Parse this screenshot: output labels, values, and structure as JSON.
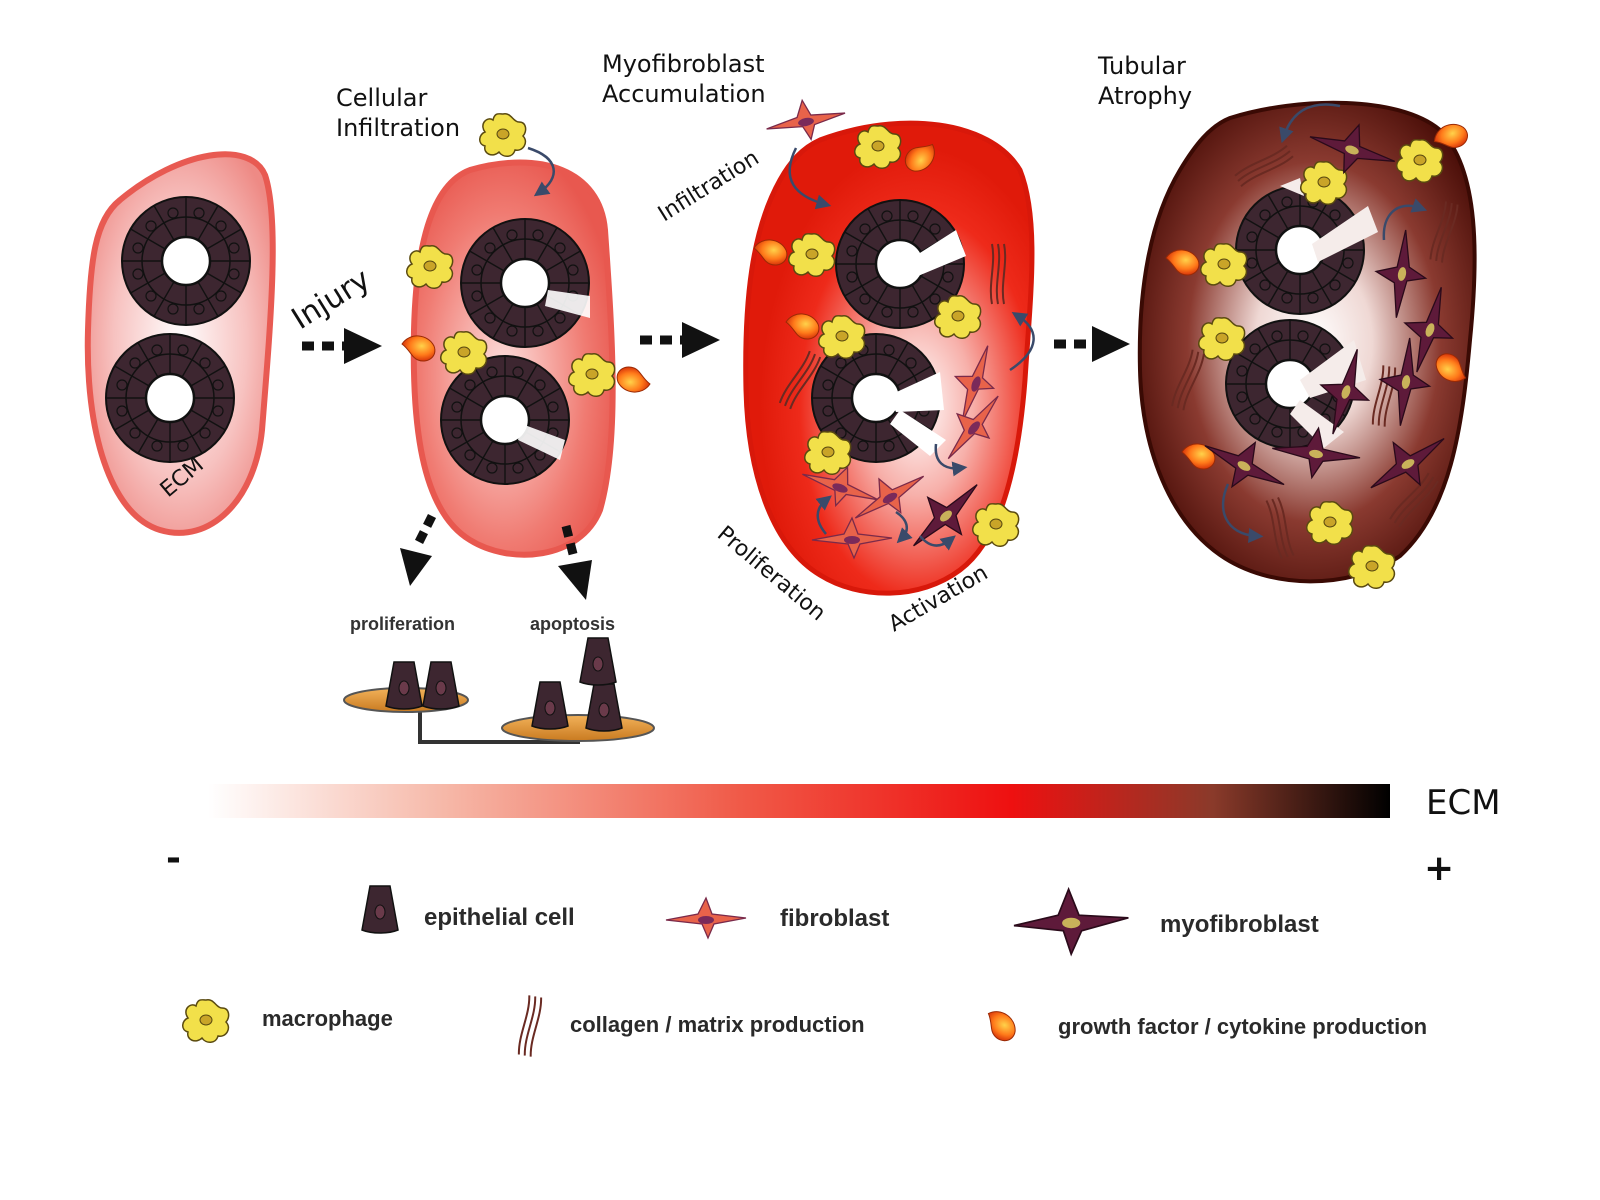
{
  "stages": {
    "stage1_ecm": "ECM",
    "injury": "Injury",
    "cellular_infiltration_line1": "Cellular",
    "cellular_infiltration_line2": "Infiltration",
    "myofibroblast_line1": "Myofibroblast",
    "myofibroblast_line2": "Accumulation",
    "tubular_line1": "Tubular",
    "tubular_line2": "Atrophy",
    "infiltration": "Infiltration",
    "proliferation_curved": "Proliferation",
    "activation": "Activation"
  },
  "balance": {
    "left_label": "proliferation",
    "right_label": "apoptosis"
  },
  "gradient_bar": {
    "label": "ECM",
    "minus": "-",
    "plus": "+",
    "colors": [
      "#fde9df",
      "#f07a6a",
      "#ee1111",
      "#8a2a1a",
      "#000000"
    ]
  },
  "legend": {
    "epithelial_cell": "epithelial cell",
    "fibroblast": "fibroblast",
    "myofibroblast": "myofibroblast",
    "macrophage": "macrophage",
    "collagen": "collagen / matrix production",
    "growth_factor": "growth factor / cytokine production"
  },
  "colors": {
    "tubule_cell": "#3d2630",
    "fibroblast": "#e8634a",
    "myofibroblast": "#5e1a3a",
    "macrophage": "#f2e04a",
    "cytokine": "#ff7a1a",
    "collagen": "#7a3a2a"
  }
}
